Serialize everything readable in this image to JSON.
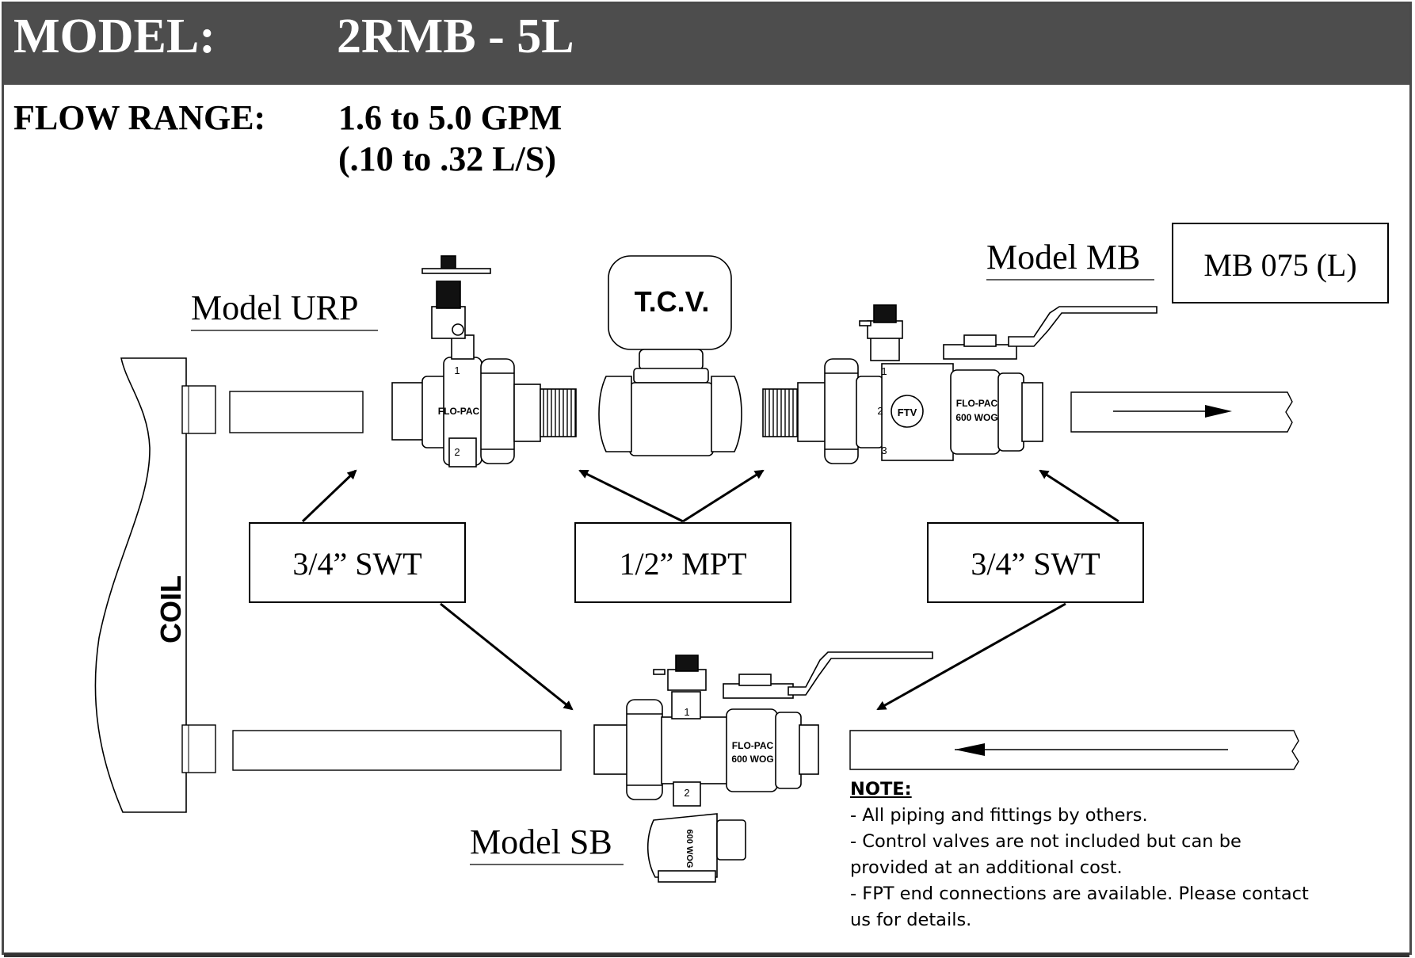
{
  "header": {
    "model_label": "MODEL:",
    "model_value": "2RMB - 5L"
  },
  "flow": {
    "label": "FLOW RANGE:",
    "gpm": "1.6 to 5.0 GPM",
    "ls": "(.10 to .32 L/S)"
  },
  "diagram": {
    "coil_label": "COIL",
    "tcv_label": "T.C.V.",
    "model_urp": "Model URP",
    "model_mb": "Model MB",
    "model_sb": "Model SB",
    "mb_part_box": "MB 075 (L)",
    "callout_left": "3/4” SWT",
    "callout_center": "1/2” MPT",
    "callout_right": "3/4” SWT",
    "valve_urp": {
      "brand": "FLO-PAC",
      "port_top": "1",
      "port_bottom": "2"
    },
    "valve_mb": {
      "brand": "FLO-PAC",
      "rating": "600 WOG",
      "port_top": "1",
      "port_mid": "2",
      "port_bottom": "3",
      "badge": "FTV"
    },
    "valve_sb": {
      "brand": "FLO-PAC",
      "rating": "600 WOG",
      "port_top": "1",
      "port_bottom": "2",
      "lower_rating": "600 WOG"
    }
  },
  "note": {
    "title": "NOTE:",
    "lines": [
      "- All piping and fittings by others.",
      "- Control valves are not included but can be",
      "provided at an additional cost.",
      "- FPT end connections are available.  Please contact",
      "us for details."
    ]
  }
}
